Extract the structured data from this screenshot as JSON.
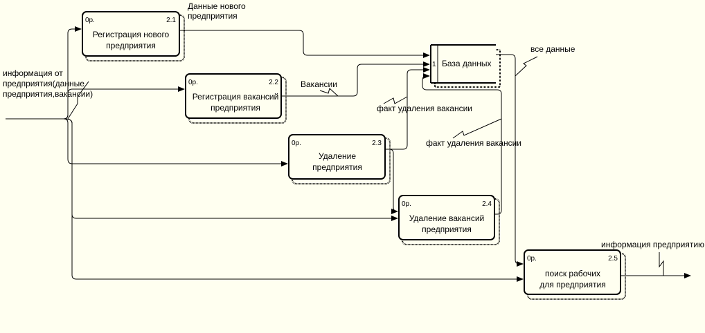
{
  "processes": [
    {
      "cost": "0р.",
      "num": "2.1",
      "line1": "Регистрация нового",
      "line2": "предприятия"
    },
    {
      "cost": "0р.",
      "num": "2.2",
      "line1": "Регистрация вакансий",
      "line2": "предприятия"
    },
    {
      "cost": "0р.",
      "num": "2.3",
      "line1": "Удаление",
      "line2": "предприятия"
    },
    {
      "cost": "0р.",
      "num": "2.4",
      "line1": "Удаление вакансий",
      "line2": "предприятия"
    },
    {
      "cost": "0р.",
      "num": "2.5",
      "line1": "поиск рабочих",
      "line2": "для предприятия"
    }
  ],
  "datastore": {
    "num": "1",
    "label": "База данных"
  },
  "labels": {
    "input_line1": "информация   от",
    "input_line2": "предприятия(данные",
    "input_line3": "предприятия,вакансии)",
    "new_data_line1": "Данные нового",
    "new_data_line2": "предприятия",
    "vacancies": "Вакансии",
    "fact_removal_1": "факт удаления вакансии",
    "fact_removal_2": "факт удаления вакансии",
    "all_data": "все данные",
    "info_to_company": "информация предприятию"
  }
}
